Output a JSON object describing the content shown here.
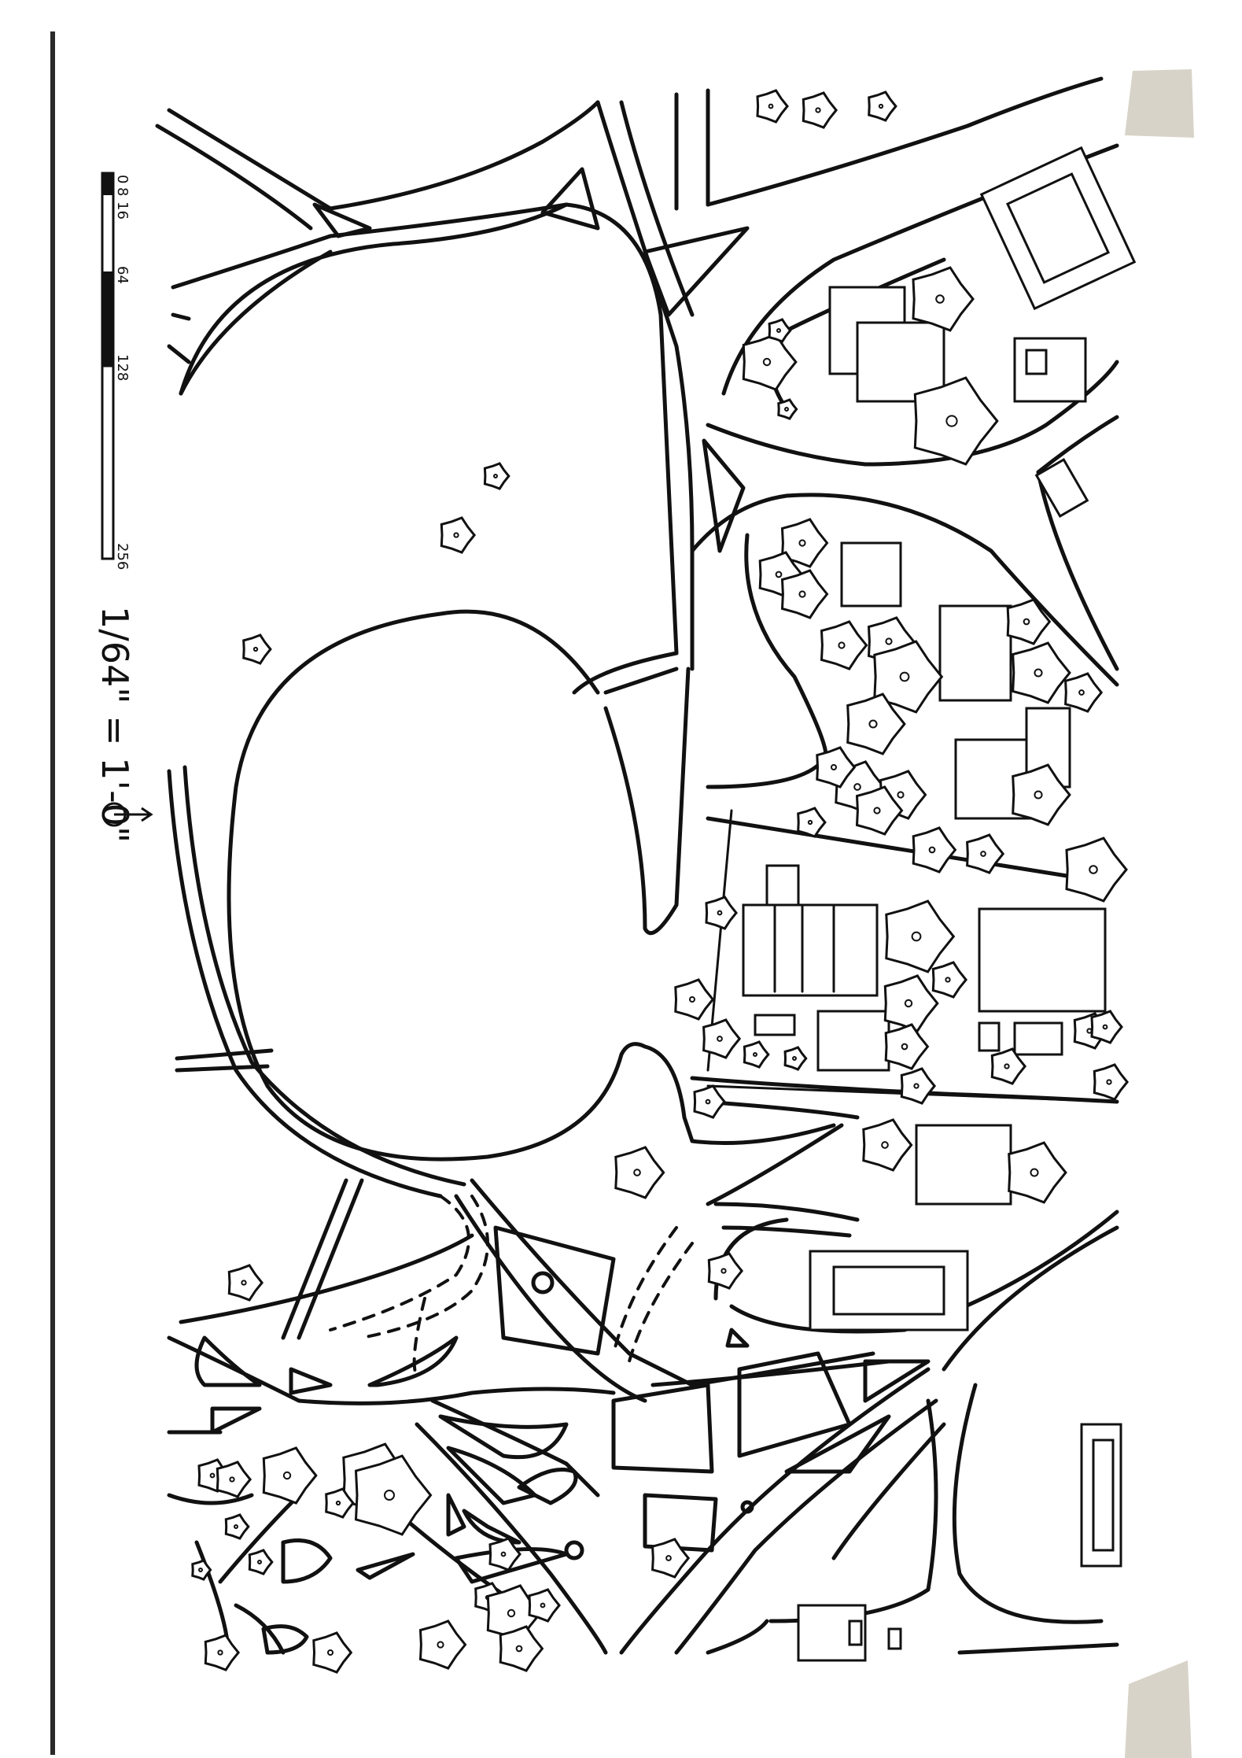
{
  "scale_bar": {
    "ticks": [
      "0",
      "8",
      "16",
      "64",
      "128",
      "256"
    ]
  },
  "scale_note": "1/64\" = 1'-0\"",
  "colors": {
    "ink": "#111111",
    "paper": "#ffffff",
    "page_edge": "#e8e6e1",
    "tape": "#d8d3c8"
  },
  "icons": {
    "north_arrow": "north-arrow-icon"
  }
}
